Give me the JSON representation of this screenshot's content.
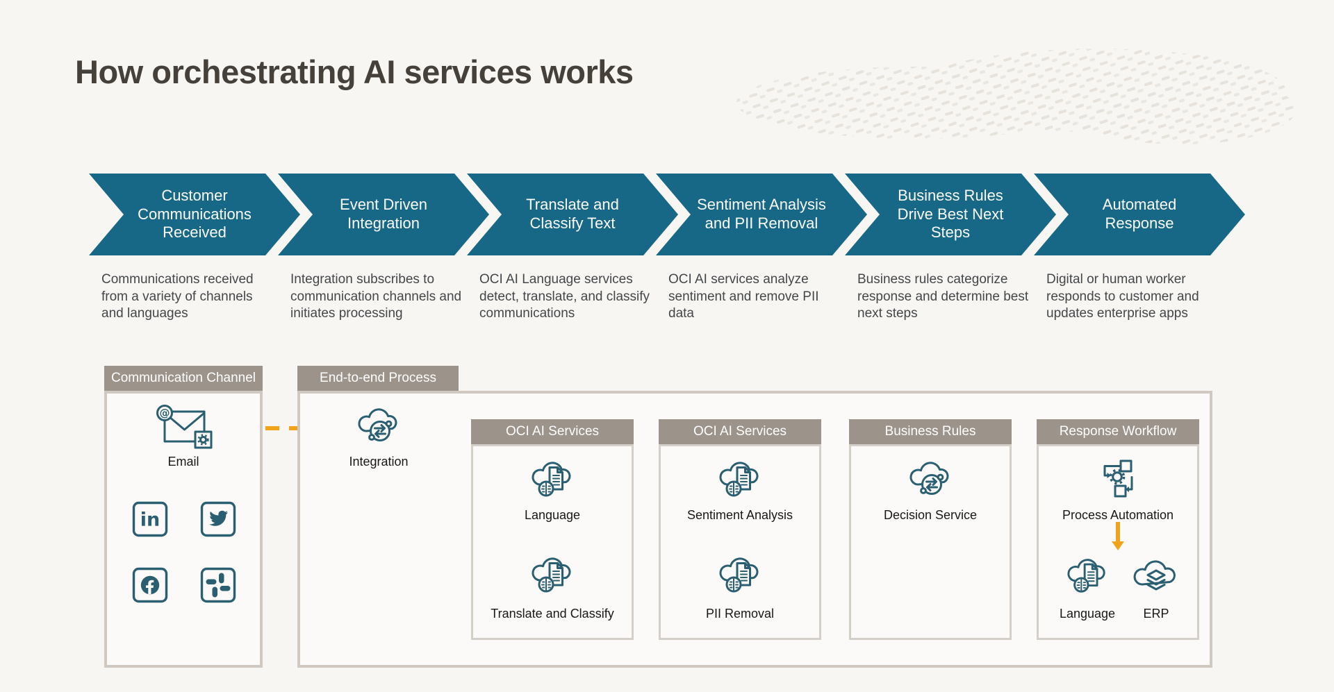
{
  "title": "How orchestrating AI services works",
  "steps": [
    {
      "label": "Customer Communications Received",
      "description": "Communications received from a variety of channels and languages"
    },
    {
      "label": "Event Driven Integration",
      "description": "Integration subscribes to communication channels and initiates processing"
    },
    {
      "label": "Translate and Classify Text",
      "description": "OCI AI Language services detect, translate, and classify communications"
    },
    {
      "label": "Sentiment Analysis and PII Removal",
      "description": "OCI AI services analyze sentiment and remove PII data"
    },
    {
      "label": "Business Rules Drive Best Next Steps",
      "description": "Business rules categorize response and determine best next steps"
    },
    {
      "label": "Automated Response",
      "description": "Digital or human worker responds to customer and updates enterprise apps"
    }
  ],
  "communication_channel": {
    "tab_label": "Communication Channel",
    "email_label": "Email",
    "social": [
      "LinkedIn",
      "Twitter",
      "Facebook",
      "Slack"
    ]
  },
  "end_to_end": {
    "tab_label": "End-to-end Process",
    "integration_label": "Integration",
    "boxes": [
      {
        "header": "OCI AI Services",
        "items": [
          "Language",
          "Translate and Classify"
        ]
      },
      {
        "header": "OCI AI Services",
        "items": [
          "Sentiment Analysis",
          "PII Removal"
        ]
      },
      {
        "header": "Business Rules",
        "items": [
          "Decision Service"
        ]
      },
      {
        "header": "Response Workflow",
        "items": [
          "Process Automation",
          "Language",
          "ERP"
        ]
      }
    ]
  },
  "colors": {
    "chevron": "#166886",
    "icon_teal": "#2a5e71",
    "header_bar": "#9c948b",
    "accent_arrow": "#f0a41c",
    "background": "#f8f6f2"
  }
}
